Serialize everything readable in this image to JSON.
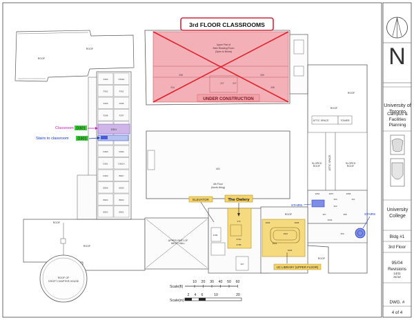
{
  "title": "3rd FLOOR CLASSROOMS",
  "under_construction": "UNDER CONSTRUCTION",
  "upper_part_label": [
    "Upper Part of",
    "Main Reading Room",
    "(Open to Below)"
  ],
  "callouts": {
    "classroom_prefix": "Classroom",
    "classroom_code": "D301",
    "stairs_prefix": "Stairs to classroom",
    "stairs_code": "D301",
    "elevator": "ELEVATOR",
    "owlery": "The Owlery",
    "uc_library": "UC LIBRARY (UPPER FLOOR)",
    "stairs_middle": "STAIRS",
    "stairs_right": "STAIRS"
  },
  "roof_labels": {
    "roof_tl": "ROOF",
    "roof_west": "ROOF",
    "roof_sw": "ROOF",
    "roof_ne": "ROOF",
    "roof_e": "ROOF",
    "roof_se": "ROOF",
    "roof_s": "ROOF",
    "roof_lib": "ROOF",
    "croft": [
      "ROOF OF",
      "CROFT CHAPTER HOUSE"
    ],
    "upper_hall": [
      "UPPER PART OF",
      "WEST HALL"
    ],
    "attic_space": "ATTIC SPACE",
    "tower": "TOWER",
    "attic_space_v": "ATTIC SPACE",
    "sloped_roof_1": [
      "SLOPED",
      "ROOF"
    ],
    "sloped_roof_2": [
      "SLOPED",
      "ROOF"
    ],
    "fourth_floor": [
      "4th Floor",
      "(North Wing)"
    ],
    "room_401": "401"
  },
  "west_wing_rooms": [
    "F303",
    "F302A",
    "F302",
    "F301",
    "F300",
    "F299",
    "F298",
    "F297",
    "F296",
    "D306",
    "D305",
    "D304",
    "D303",
    "D302",
    "D301",
    "D301A",
    "D300",
    "B307",
    "B306",
    "B305",
    "B304",
    "B303",
    "B302",
    "B301"
  ],
  "reading_rooms": [
    "208",
    "209",
    "217",
    "217",
    "214",
    "208"
  ],
  "east_rooms": [
    "3054",
    "3057",
    "3058",
    "360",
    "361",
    "362",
    "357",
    "358",
    "359",
    "3039"
  ],
  "library_rooms": [
    "3808",
    "3807",
    "3804",
    "3808",
    "3805"
  ],
  "owlery_rooms": [
    "376",
    "379A",
    "379B",
    "3795",
    "367"
  ],
  "scale": {
    "ft_label": "Scale(ft)",
    "ft_ticks": [
      "10",
      "20",
      "30",
      "40",
      "50",
      "60"
    ],
    "m_label": "Scale(m)",
    "m_ticks": [
      "2",
      "4",
      "6",
      "10",
      "20"
    ]
  },
  "titleblock": {
    "university": "University of Toronto",
    "dept": "Campus & Facilities Planning",
    "college": "University College",
    "bldg": "Bldg #1",
    "floor": "3rd Floor",
    "date": "95/04",
    "revisions_label": "Revisions",
    "revisions": [
      "14/11",
      "21/12"
    ],
    "dwg_label": "DWG. #",
    "sheet": "4 of 4",
    "north_letter": "N"
  },
  "colors": {
    "title_border": "#d0253a",
    "construction_fill": "#f2a2aa",
    "construction_x": "#e0202a",
    "classroom_fill": "#cfb6e8",
    "classroom_code_bg": "#3ecb3a",
    "classroom_text": "#c51fb6",
    "stairs_text": "#1133cc",
    "highlight_yellow": "#f4d36a",
    "stairs_blue_fill": "#7d8ee6"
  }
}
